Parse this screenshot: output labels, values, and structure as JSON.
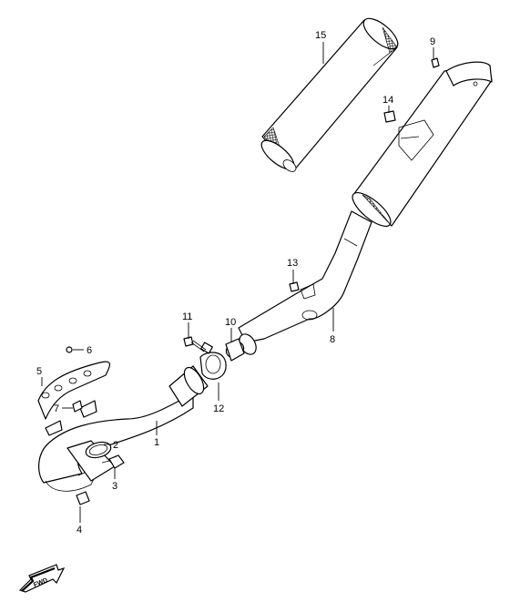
{
  "callouts": {
    "c1": "1",
    "c2": "2",
    "c3": "3",
    "c4": "4",
    "c5": "5",
    "c6": "6",
    "c7": "7",
    "c8": "8",
    "c9": "9",
    "c10": "10",
    "c11": "11",
    "c12": "12",
    "c13": "13",
    "c14": "14",
    "c15": "15"
  },
  "fwd_label": "FWD"
}
